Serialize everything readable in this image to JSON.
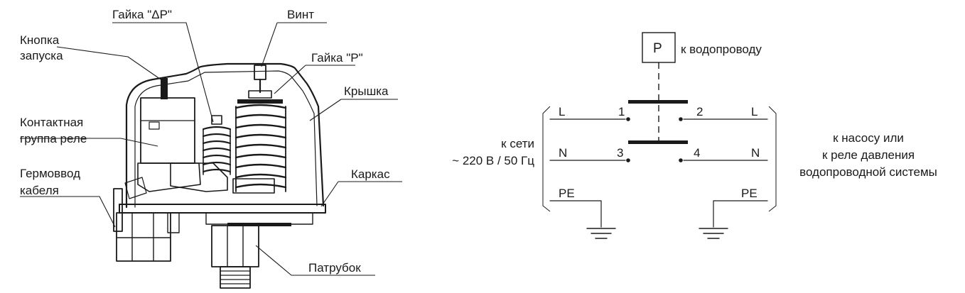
{
  "device_labels": {
    "start_button": [
      "Кнопка",
      "запуска"
    ],
    "nut_dp": "Гайка \"ΔP\"",
    "screw": "Винт",
    "nut_p": "Гайка \"P\"",
    "cover": "Крышка",
    "relay_contacts": [
      "Контактная",
      "группа реле"
    ],
    "cable_gland": [
      "Гермоввод",
      "кабеля"
    ],
    "frame": "Каркас",
    "fitting": "Патрубок"
  },
  "schematic": {
    "pressure_box": "P",
    "to_water": "к водопроводу",
    "network": [
      "к сети",
      "~ 220 В / 50 Гц"
    ],
    "pump": [
      "к насосу или",
      "к реле давления",
      "водопроводной системы"
    ],
    "left_terms": {
      "l": "L",
      "n": "N",
      "pe": "PE"
    },
    "right_terms": {
      "l": "L",
      "n": "N",
      "pe": "PE"
    },
    "contacts": {
      "c1": "1",
      "c2": "2",
      "c3": "3",
      "c4": "4"
    }
  }
}
